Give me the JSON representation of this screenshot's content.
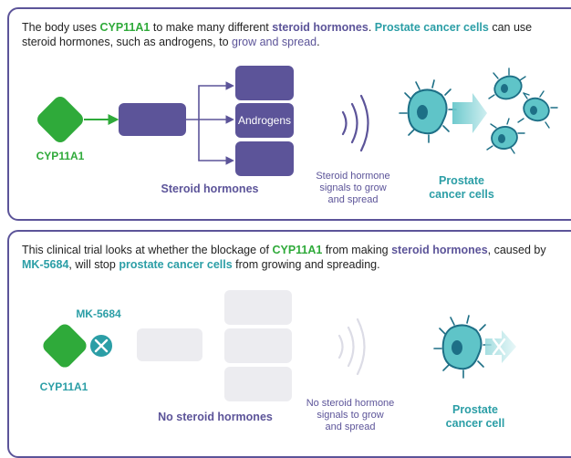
{
  "top": {
    "intro": {
      "p1": "The body uses ",
      "p2": "CYP11A1",
      "p3": " to make many different ",
      "p4": "steroid hormones",
      "p5": ". ",
      "p6": "Prostate cancer cells",
      "p7": " can use steroid hormones, such as androgens, to ",
      "p8": "grow and spread",
      "p9": "."
    },
    "enzyme_label": "CYP11A1",
    "androgens_label": "Androgens",
    "steroid_label": "Steroid hormones",
    "signal_lines": [
      "Steroid hormone",
      "signals to grow",
      "and spread"
    ],
    "cells_lines": [
      "Prostate",
      "cancer cells"
    ]
  },
  "bottom": {
    "intro": {
      "p1": "This clinical trial looks at whether the blockage of ",
      "p2": "CYP11A1",
      "p3": " from making ",
      "p4": "steroid hormones",
      "p5": ", caused by ",
      "p6": "MK-5684",
      "p7": ", will stop ",
      "p8": "prostate cancer cells",
      "p9": " from growing and spreading."
    },
    "drug_label": "MK-5684",
    "enzyme_label": "CYP11A1",
    "no_steroid_label": "No steroid hormones",
    "signal_lines": [
      "No steroid hormone",
      "signals to grow",
      "and spread"
    ],
    "cell_lines": [
      "Prostate",
      "cancer cell"
    ]
  },
  "colors": {
    "green": "#2faa3a",
    "purple": "#5c5499",
    "teal": "#2b9ea6",
    "cell_fill": "#5fc4c8",
    "muted": "#ececf0"
  }
}
